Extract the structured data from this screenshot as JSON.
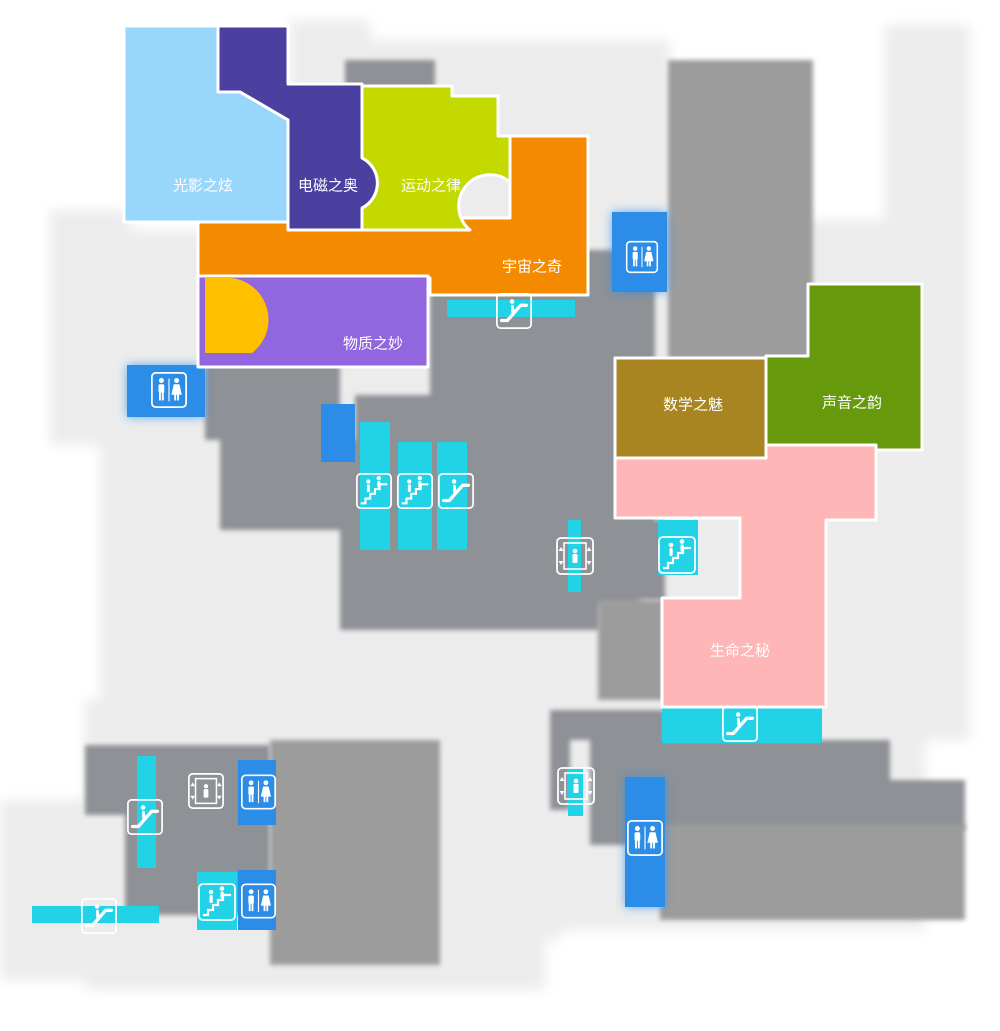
{
  "colors": {
    "background": "#ffffff",
    "light_floor": "#ececec",
    "corridor": "#8e9196",
    "structure": "#9c9c9c",
    "restroom_blue": "#2b8de8",
    "stair_cyan": "#22d3e8",
    "guangying": "#99d6fb",
    "dianci": "#4b3fa0",
    "yundong": "#c3d900",
    "yuzhou": "#f48a00",
    "wuzhi": "#9266de",
    "wuzhi_accent": "#ffc000",
    "shuxue": "#a88520",
    "shengyin": "#669a0c",
    "shengming": "#ffb6b7"
  },
  "zones": [
    {
      "id": "guangying",
      "label": "光影之炫"
    },
    {
      "id": "dianci",
      "label": "电磁之奥"
    },
    {
      "id": "yundong",
      "label": "运动之律"
    },
    {
      "id": "yuzhou",
      "label": "宇宙之奇"
    },
    {
      "id": "wuzhi",
      "label": "物质之妙"
    },
    {
      "id": "shuxue",
      "label": "数学之魅"
    },
    {
      "id": "shengyin",
      "label": "声音之韵"
    },
    {
      "id": "shengming",
      "label": "生命之秘"
    }
  ],
  "facilities": {
    "restroom": "restroom-icon",
    "escalator": "escalator-icon",
    "stairs": "stairs-icon",
    "elevator": "elevator-icon"
  }
}
